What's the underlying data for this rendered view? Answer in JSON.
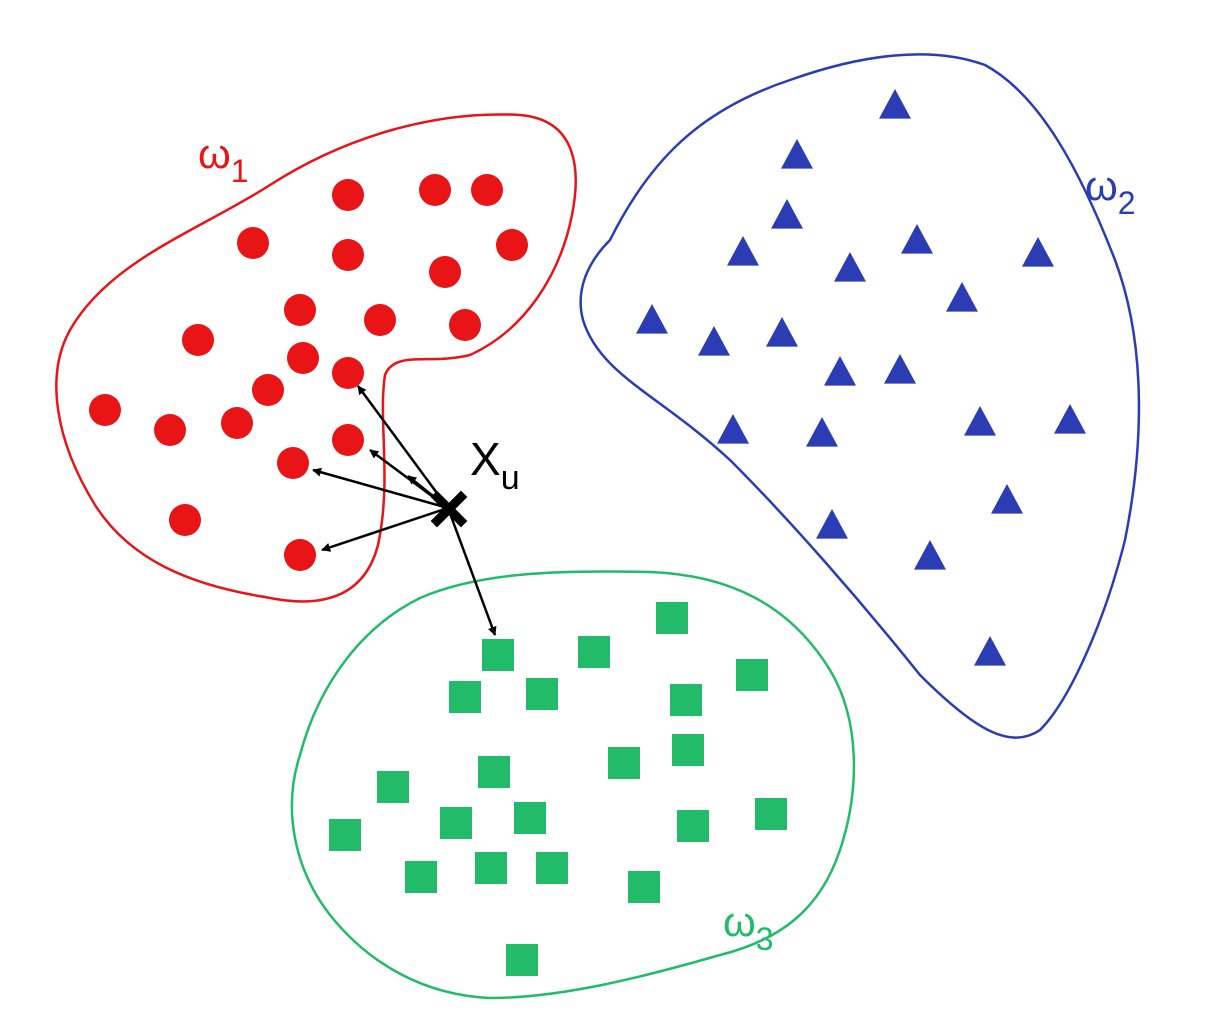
{
  "diagram": {
    "colors": {
      "class1": "#e81416",
      "class2": "#2c3cb4",
      "class3": "#22bb6a",
      "query": "#000000"
    },
    "classes": [
      {
        "id": "class1",
        "marker": "circle",
        "label_symbol": "ω",
        "label_subscript": "1"
      },
      {
        "id": "class2",
        "marker": "triangle",
        "label_symbol": "ω",
        "label_subscript": "2"
      },
      {
        "id": "class3",
        "marker": "square",
        "label_symbol": "ω",
        "label_subscript": "3"
      }
    ],
    "query_point": {
      "label_main": "X",
      "label_subscript": "u",
      "marker": "x-cross",
      "neighbor_arrows": 6
    }
  }
}
